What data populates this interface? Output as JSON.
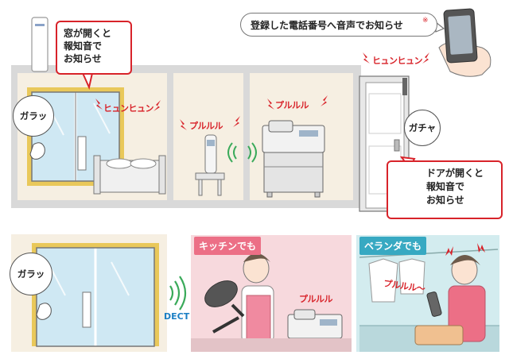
{
  "top_callouts": {
    "window_sensor": "窓が開くと\n報知音で\nお知らせ",
    "phone_notice": "登録した電話番号へ音声でお知らせ",
    "phone_notice_mark": "※",
    "door_sensor": "ドアが開くと\n報知音で\nお知らせ"
  },
  "sounds": {
    "window_alarm": "ヒュンヒュン",
    "door_alarm": "ヒュンヒュン",
    "handset_ring": "プルルル",
    "base_ring": "プルルル",
    "kitchen_ring": "プルルル",
    "veranda_ring": "プルルル〜"
  },
  "bubbles": {
    "window_top": "ガラッ",
    "door": "ガチャ",
    "window_bottom": "ガラッ"
  },
  "bottom": {
    "dect_label": "DECT",
    "kitchen_label": "キッチンでも",
    "veranda_label": "ベランダでも"
  },
  "colors": {
    "alarm_red": "#d8232a",
    "wall_gray": "#d9d9d9",
    "room_beige": "#f6efe2",
    "window_frame": "#e9c85a",
    "glass_blue": "#cfe8f3",
    "kitchen_pink": "#f7d9dd",
    "kitchen_tag": "#ec6f86",
    "veranda_blue": "#d3ecef",
    "veranda_tag": "#37a9c2",
    "dect_blue": "#1b7fc4"
  }
}
